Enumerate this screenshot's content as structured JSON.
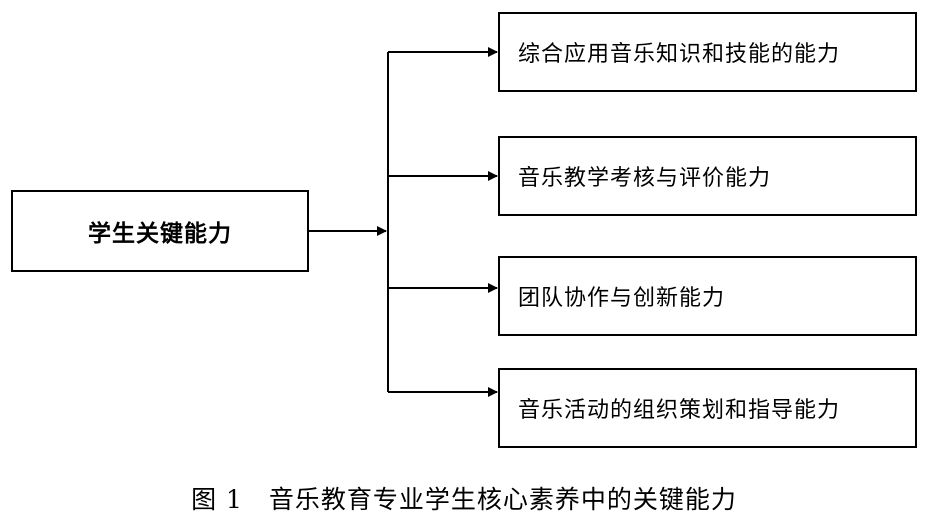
{
  "diagram": {
    "root": {
      "label": "学生关键能力"
    },
    "children": [
      {
        "label": "综合应用音乐知识和技能的能力"
      },
      {
        "label": "音乐教学考核与评价能力"
      },
      {
        "label": "团队协作与创新能力"
      },
      {
        "label": "音乐活动的组织策划和指导能力"
      }
    ]
  },
  "caption": "图 1　音乐教育专业学生核心素养中的关键能力"
}
